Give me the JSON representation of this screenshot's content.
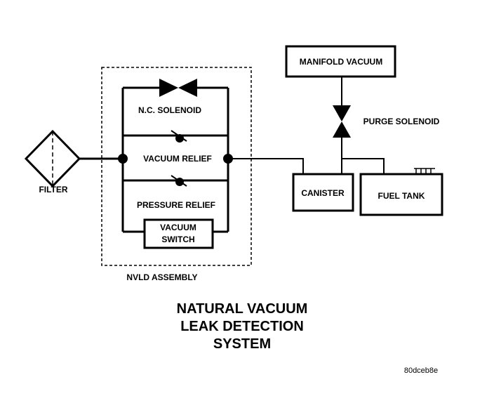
{
  "labels": {
    "filter": "FILTER",
    "nc_solenoid": "N.C. SOLENOID",
    "vacuum_relief": "VACUUM RELIEF",
    "pressure_relief": "PRESSURE RELIEF",
    "vacuum_switch_line1": "VACUUM",
    "vacuum_switch_line2": "SWITCH",
    "nvld_assembly": "NVLD ASSEMBLY",
    "manifold_vacuum": "MANIFOLD VACUUM",
    "purge_solenoid": "PURGE SOLENOID",
    "canister": "CANISTER",
    "fuel_tank": "FUEL TANK"
  },
  "title": {
    "line1": "NATURAL VACUUM",
    "line2": "LEAK DETECTION",
    "line3": "SYSTEM"
  },
  "figure_code": "80dceb8e",
  "colors": {
    "ink": "#000000",
    "background": "#ffffff"
  }
}
